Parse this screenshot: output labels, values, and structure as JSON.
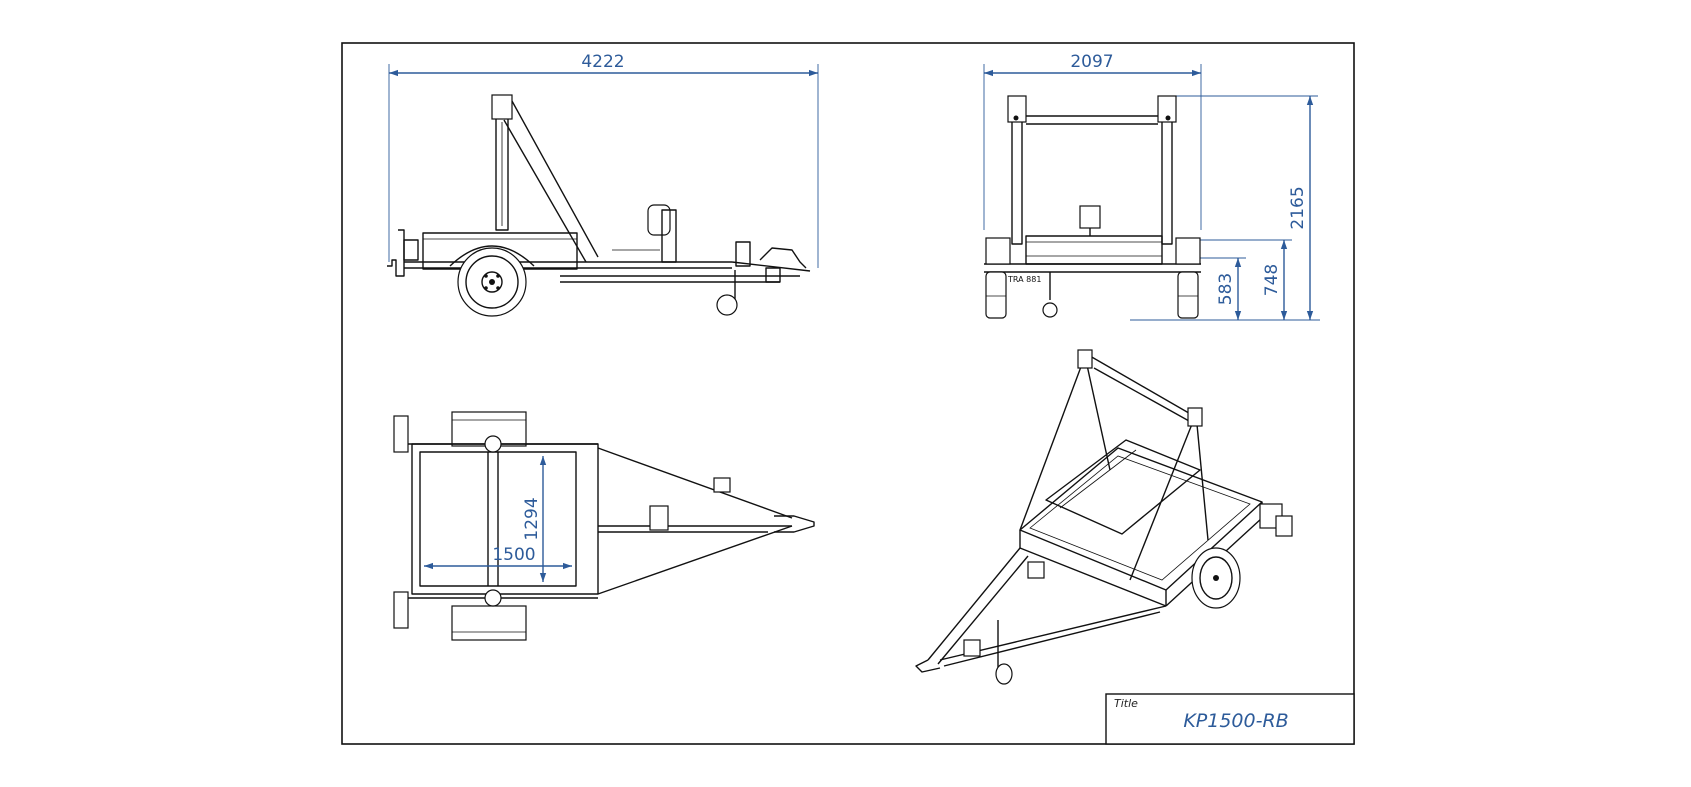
{
  "dimensions": {
    "overall_length": "4222",
    "overall_width": "2097",
    "overall_height": "2165",
    "bed_height": "583",
    "fender_height": "748",
    "bed_length": "1294",
    "bed_width": "1500"
  },
  "title_block": {
    "label": "Title",
    "value": "KP1500-RB"
  },
  "colors": {
    "dimension": "#2d5b9a",
    "lines": "#111111",
    "background": "#ffffff"
  }
}
